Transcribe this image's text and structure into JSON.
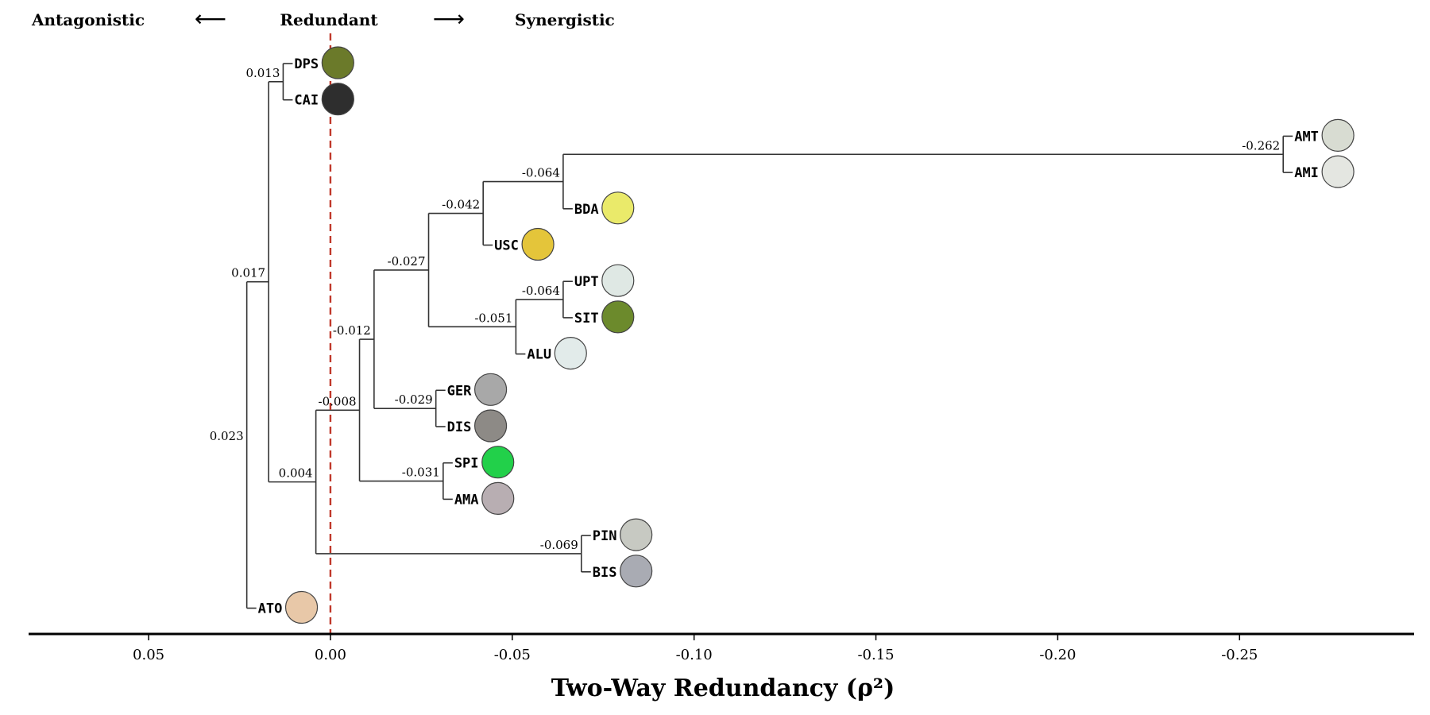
{
  "header": {
    "left": "Antagonistic",
    "left_arrow": "⟵",
    "center": "Redundant",
    "right_arrow": "⟶",
    "right": "Synergistic"
  },
  "chart_data": {
    "type": "dendrogram",
    "xlabel": "Two-Way Redundancy (ρ²)",
    "xlim": [
      0.083,
      -0.298
    ],
    "x_inverted": true,
    "zero_line": {
      "x": 0.0,
      "color": "#c0392b",
      "style": "dashed"
    },
    "xticks": [
      {
        "value": 0.05,
        "label": "0.05"
      },
      {
        "value": 0.0,
        "label": "0.00"
      },
      {
        "value": -0.05,
        "label": "-0.05"
      },
      {
        "value": -0.1,
        "label": "-0.10"
      },
      {
        "value": -0.15,
        "label": "-0.15"
      },
      {
        "value": -0.2,
        "label": "-0.20"
      },
      {
        "value": -0.25,
        "label": "-0.25"
      }
    ],
    "leaves": [
      {
        "id": "DPS",
        "label": "DPS",
        "color": "#6b7a2a"
      },
      {
        "id": "CAI",
        "label": "CAI",
        "color": "#2e2e2e"
      },
      {
        "id": "AMT",
        "label": "AMT",
        "color": "#d8dcd2"
      },
      {
        "id": "AMI",
        "label": "AMI",
        "color": "#e4e6e1"
      },
      {
        "id": "BDA",
        "label": "BDA",
        "color": "#eaea6a"
      },
      {
        "id": "USC",
        "label": "USC",
        "color": "#e4c53a"
      },
      {
        "id": "UPT",
        "label": "UPT",
        "color": "#dfe8e4"
      },
      {
        "id": "SIT",
        "label": "SIT",
        "color": "#6c8a2c"
      },
      {
        "id": "ALU",
        "label": "ALU",
        "color": "#e2ebea"
      },
      {
        "id": "GER",
        "label": "GER",
        "color": "#a8a8a8"
      },
      {
        "id": "DIS",
        "label": "DIS",
        "color": "#8d8a86"
      },
      {
        "id": "SPI",
        "label": "SPI",
        "color": "#22d04a"
      },
      {
        "id": "AMA",
        "label": "AMA",
        "color": "#b8aeb2"
      },
      {
        "id": "PIN",
        "label": "PIN",
        "color": "#c7c9c2"
      },
      {
        "id": "BIS",
        "label": "BIS",
        "color": "#a9abb3"
      },
      {
        "id": "ATO",
        "label": "ATO",
        "color": "#e8c8a8"
      }
    ],
    "nodes": [
      {
        "id": "n_dps_cai",
        "value": 0.013,
        "label": "0.013",
        "children": [
          "DPS",
          "CAI"
        ]
      },
      {
        "id": "n_amt_ami",
        "value": -0.262,
        "label": "-0.262",
        "children": [
          "AMT",
          "AMI"
        ]
      },
      {
        "id": "n_bda",
        "value": -0.064,
        "label": "-0.064",
        "children": [
          "n_amt_ami",
          "BDA"
        ]
      },
      {
        "id": "n_usc",
        "value": -0.042,
        "label": "-0.042",
        "children": [
          "n_bda",
          "USC"
        ]
      },
      {
        "id": "n_upt_sit",
        "value": -0.064,
        "label": "-0.064",
        "children": [
          "UPT",
          "SIT"
        ]
      },
      {
        "id": "n_alu",
        "value": -0.051,
        "label": "-0.051",
        "children": [
          "n_upt_sit",
          "ALU"
        ]
      },
      {
        "id": "n_027",
        "value": -0.027,
        "label": "-0.027",
        "children": [
          "n_usc",
          "n_alu"
        ]
      },
      {
        "id": "n_ger_dis",
        "value": -0.029,
        "label": "-0.029",
        "children": [
          "GER",
          "DIS"
        ]
      },
      {
        "id": "n_012",
        "value": -0.012,
        "label": "-0.012",
        "children": [
          "n_027",
          "n_ger_dis"
        ]
      },
      {
        "id": "n_spi_ama",
        "value": -0.031,
        "label": "-0.031",
        "children": [
          "SPI",
          "AMA"
        ]
      },
      {
        "id": "n_008",
        "value": -0.008,
        "label": "-0.008",
        "children": [
          "n_012",
          "n_spi_ama"
        ]
      },
      {
        "id": "n_pin_bis",
        "value": -0.069,
        "label": "-0.069",
        "children": [
          "PIN",
          "BIS"
        ]
      },
      {
        "id": "n_004",
        "value": 0.004,
        "label": "0.004",
        "children": [
          "n_008",
          "n_pin_bis"
        ]
      },
      {
        "id": "n_017",
        "value": 0.017,
        "label": "0.017",
        "children": [
          "n_dps_cai",
          "n_004"
        ]
      },
      {
        "id": "n_023",
        "value": 0.023,
        "label": "0.023",
        "children": [
          "n_017",
          "ATO"
        ]
      }
    ],
    "root": "n_023"
  }
}
